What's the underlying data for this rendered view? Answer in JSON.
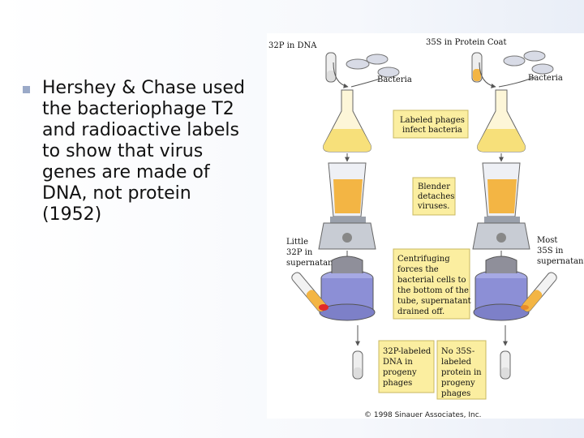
{
  "slide": {
    "bullet_text": "Hershey & Chase used\nthe bacteriophage T2\nand radioactive labels\nto show that virus\ngenes are made of\nDNA, not protein\n(1952)"
  },
  "figure": {
    "left_title": "32P in DNA",
    "right_title": "35S in Protein Coat",
    "bacteria_left": "Bacteria",
    "bacteria_right": "Bacteria",
    "callout_infect": [
      "Labeled phages",
      "infect bacteria"
    ],
    "callout_blender": [
      "Blender",
      "detaches",
      "viruses."
    ],
    "little_label": [
      "Little",
      "32P in",
      "supernatant"
    ],
    "most_label": [
      "Most",
      "35S in",
      "supernatant"
    ],
    "callout_centrifuge": [
      "Centrifuging",
      "forces the",
      "bacterial cells to",
      "the bottom of the",
      "tube, supernatant",
      "drained off."
    ],
    "callout_dna": [
      "32P-labeled",
      "DNA in",
      "progeny",
      "phages"
    ],
    "callout_protein": [
      "No 35S-",
      "labeled",
      "protein in",
      "progeny",
      "phages"
    ],
    "copyright": "© 1998 Sinauer Associates, Inc."
  },
  "colors": {
    "callout_bg": "#fbeea0",
    "callout_border": "#c9b860",
    "liquid": "#f3b544",
    "blender_base": "#c8ccd4",
    "centrifuge": "#8c8fd6",
    "arrow": "#555555"
  }
}
